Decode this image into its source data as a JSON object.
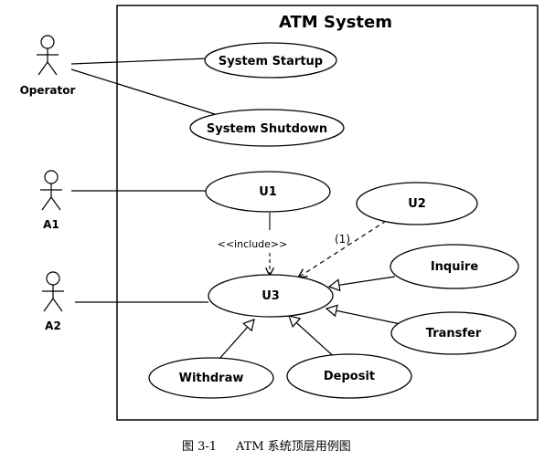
{
  "system_title": "ATM System",
  "actors": {
    "operator": "Operator",
    "a1": "A1",
    "a2": "A2"
  },
  "use_cases": {
    "startup": "System Startup",
    "shutdown": "System Shutdown",
    "u1": "U1",
    "u2": "U2",
    "u3": "U3",
    "inquire": "Inquire",
    "transfer": "Transfer",
    "withdraw": "Withdraw",
    "deposit": "Deposit"
  },
  "relations": {
    "include_label": "<<include>>",
    "unknown_label": "(1)"
  },
  "caption": {
    "figure_no": "图 3-1",
    "text": "ATM 系统顶层用例图"
  }
}
